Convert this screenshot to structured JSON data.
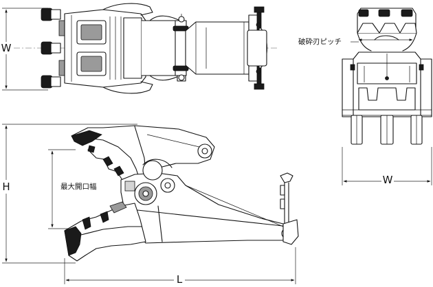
{
  "labels": {
    "top_view_width": "W",
    "front_view_width": "W",
    "height": "H",
    "length": "L",
    "max_opening_width": "最大開口幅",
    "crushing_blade_pitch": "破砕刃ピッチ"
  }
}
